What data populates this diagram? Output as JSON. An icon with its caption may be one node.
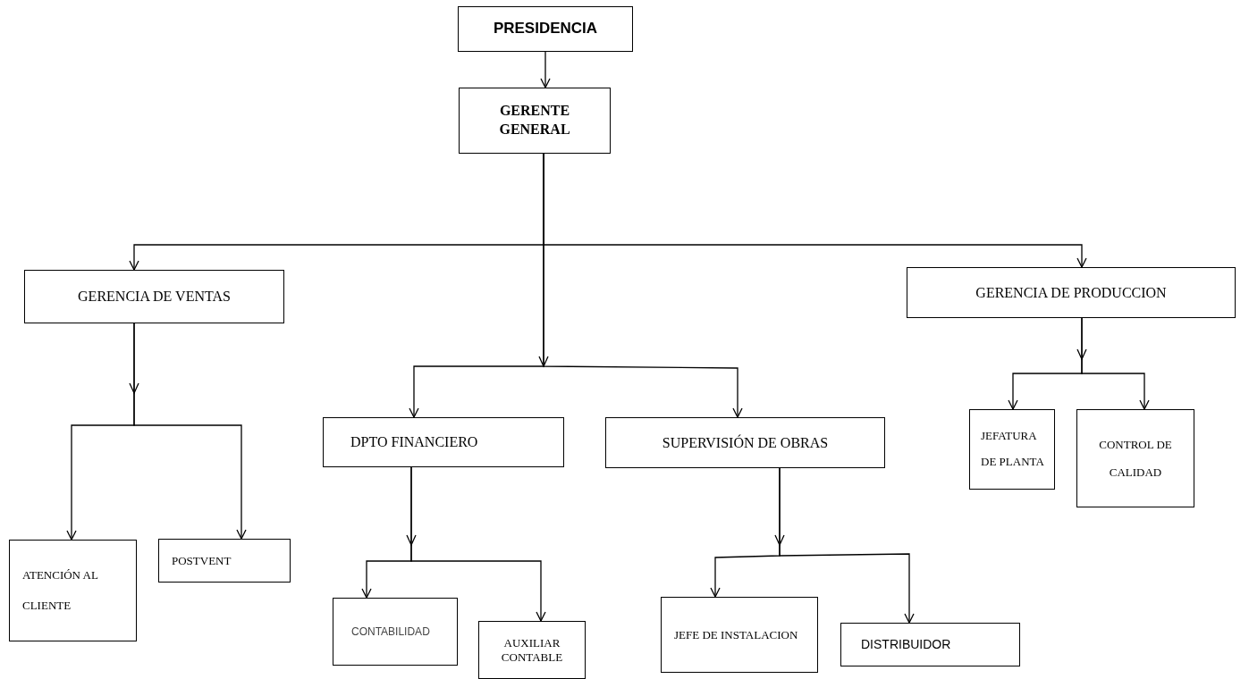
{
  "diagram": {
    "nodes": [
      {
        "text": [
          "PRESIDENCIA"
        ]
      },
      {
        "text": [
          "GERENTE GENERAL"
        ]
      },
      {
        "text": [
          "GERENCIA DE VENTAS"
        ]
      },
      {
        "text": [
          "DPTO FINANCIERO"
        ]
      },
      {
        "text": [
          "SUPERVISIÓN DE OBRAS"
        ]
      },
      {
        "text": [
          "GERENCIA DE  PRODUCCION"
        ]
      },
      {
        "text": [
          "JEFATURA DE PLANTA"
        ]
      },
      {
        "text": [
          "CONTROL DE CALIDAD"
        ]
      },
      {
        "text": [
          "ATENCIÓN AL CLIENTE"
        ]
      },
      {
        "text": [
          "POSTVENT"
        ]
      },
      {
        "text": [
          "CONTABILIDAD"
        ]
      },
      {
        "text": [
          "AUXILIAR CONTABLE"
        ]
      },
      {
        "text": [
          "JEFE DE INSTALACION"
        ]
      },
      {
        "text": [
          "DISTRIBUIDOR"
        ]
      }
    ],
    "edges": [
      {
        "from": 0,
        "to": 1,
        "arrow": "to"
      },
      {
        "from": 1,
        "to": 2,
        "arrow": "to"
      },
      {
        "from": 1,
        "to": 3,
        "arrow": "to"
      },
      {
        "from": 1,
        "to": 4,
        "arrow": "to"
      },
      {
        "from": 1,
        "to": 5,
        "arrow": "to"
      },
      {
        "from": 2,
        "to": 8,
        "arrow": "to"
      },
      {
        "from": 2,
        "to": 9,
        "arrow": "to"
      },
      {
        "from": 3,
        "to": 10,
        "arrow": "to"
      },
      {
        "from": 3,
        "to": 11,
        "arrow": "to"
      },
      {
        "from": 4,
        "to": 12,
        "arrow": "to"
      },
      {
        "from": 4,
        "to": 13,
        "arrow": "to"
      },
      {
        "from": 5,
        "to": 6,
        "arrow": "to"
      },
      {
        "from": 5,
        "to": 7,
        "arrow": "to"
      }
    ]
  }
}
